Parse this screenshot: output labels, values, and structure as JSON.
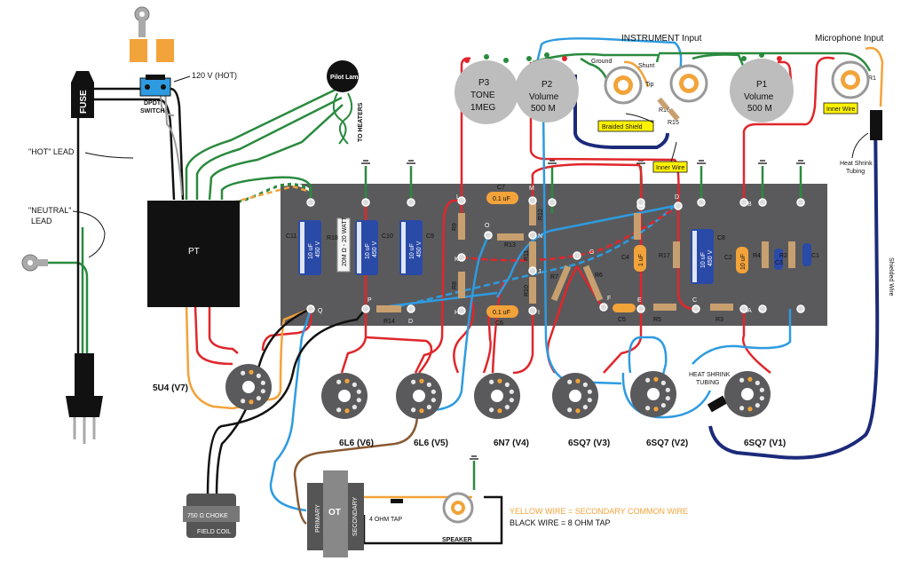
{
  "labels": {
    "fuse": "FUSE",
    "dpdt": "DPDT",
    "switch": "SWITCH",
    "hot_120": "120 V (HOT)",
    "hot_lead": "\"HOT\" LEAD",
    "neutral_lead_1": "\"NEUTRAL\"",
    "neutral_lead_2": "LEAD",
    "pilot_lamp": "Pilot Lamp",
    "to_heaters": "TO HEATERS",
    "pt": "PT",
    "instrument_input": "INSTRUMENT Input",
    "microphone_input": "Microphone Input",
    "ground": "Ground",
    "shunt": "Shunt",
    "tip": "Tip",
    "braided_shield": "Braided Shield",
    "inner_wire_1": "Inner Wire",
    "inner_wire_2": "Inner Wire",
    "heat_shrink_tubing_1": "Heat Shrink",
    "heat_shrink_tubing_2": "Tubing",
    "heat_shrink_caps_1": "HEAT SHRINK",
    "heat_shrink_caps_2": "TUBING",
    "shielded_wire": "Shielded Wire",
    "choke": "750 Ω CHOKE",
    "field_coil": "FIELD COIL",
    "ot": "OT",
    "primary": "PRIMARY",
    "secondary": "SECONDARY",
    "four_ohm_tap": "4 OHM TAP",
    "speaker": "SPEAKER",
    "legend_yellow": "YELLOW WIRE = SECONDARY COMMON WIRE",
    "legend_black": "BLACK WIRE = 8 OHM TAP"
  },
  "pots": [
    {
      "id": "P3",
      "name": "TONE",
      "value": "1MEG"
    },
    {
      "id": "P2",
      "name": "Volume",
      "value": "500 M"
    },
    {
      "id": "P1",
      "name": "Volume",
      "value": "500 M"
    }
  ],
  "tubes": [
    {
      "name": "5U4 (V7)"
    },
    {
      "name": "6L6 (V6)"
    },
    {
      "name": "6L6 (V5)"
    },
    {
      "name": "6N7 (V4)"
    },
    {
      "name": "6SQ7 (V3)"
    },
    {
      "name": "6SQ7 (V2)"
    },
    {
      "name": "6SQ7 (V1)"
    }
  ],
  "capacitors": {
    "c11": {
      "ref": "C11",
      "v1": "10 uF",
      "v2": "450 V"
    },
    "c10": {
      "ref": "C10",
      "v1": "10 uF",
      "v2": "450 V"
    },
    "c9": {
      "ref": "C9",
      "v1": "10 uF",
      "v2": "450 V"
    },
    "c8": {
      "ref": "C8",
      "v1": "10 uF",
      "v2": "450 V"
    },
    "c7": {
      "ref": "C7",
      "val": "0.1 uF"
    },
    "c6": {
      "ref": "C6",
      "val": "0.1 uF"
    },
    "c4": {
      "ref": "C4",
      "val": "1 uF"
    },
    "c2": {
      "ref": "C2",
      "val": "10 uF"
    },
    "c5": {
      "ref": "C5"
    },
    "c3": {
      "ref": "C3"
    },
    "c1": {
      "ref": "C1"
    }
  },
  "resistors": {
    "r18": "R18",
    "r18_val": "20M Ω - 20 WATT",
    "r14": "R14",
    "r13": "R13",
    "r12": "R12",
    "r11": "R11",
    "r10": "R10",
    "r9": "R9",
    "r8": "R8",
    "r7": "R7",
    "r6": "R6",
    "r5": "R5",
    "r4": "R4",
    "r3": "R3",
    "r2": "R2",
    "r17": "R17",
    "r16": "R16",
    "r15": "R15",
    "r1": "R1"
  },
  "terminals": [
    "L",
    "M",
    "O",
    "N",
    "K",
    "J",
    "H",
    "I",
    "G",
    "F",
    "E",
    "C",
    "A",
    "B",
    "D",
    "Q",
    "P",
    "D"
  ],
  "colors": {
    "board": "#5a5a5c",
    "red": "#e0262b",
    "blue": "#2e9be0",
    "green": "#2a8a3e",
    "orange": "#f2a33a",
    "black": "#111111",
    "brown": "#8a5a32",
    "navy": "#1c2a7a",
    "cap_blue": "#2a4aa8",
    "cap_orange": "#f2a33a",
    "label_yellow": "#fff200",
    "legend_orange": "#f2a33a"
  }
}
